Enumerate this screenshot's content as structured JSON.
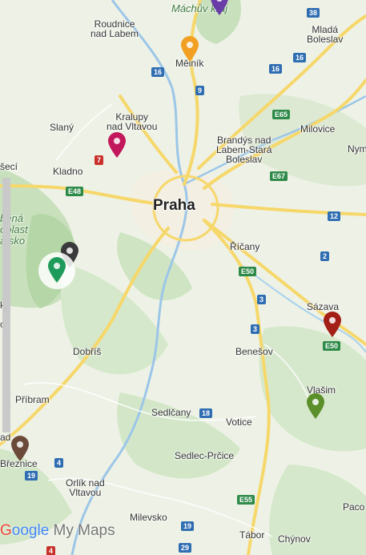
{
  "map": {
    "places": [
      {
        "id": "roudnice",
        "text": "Roudnice\nnad Labem"
      },
      {
        "id": "melnik",
        "text": "Mělník"
      },
      {
        "id": "mlada",
        "text": "Mladá\nBoleslav"
      },
      {
        "id": "kralupy",
        "text": "Kralupy\nnad Vltavou"
      },
      {
        "id": "slany",
        "text": "Slaný"
      },
      {
        "id": "brandys",
        "text": "Brandýs nad\nLabem-Stará\nBoleslav"
      },
      {
        "id": "milovice",
        "text": "Milovice"
      },
      {
        "id": "nym",
        "text": "Nym"
      },
      {
        "id": "saseci",
        "text": "šecí"
      },
      {
        "id": "kladno",
        "text": "Kladno"
      },
      {
        "id": "praha",
        "text": "Praha"
      },
      {
        "id": "ricany",
        "text": "Říčany"
      },
      {
        "id": "sazava",
        "text": "Sázava"
      },
      {
        "id": "k",
        "text": "k"
      },
      {
        "id": "ce",
        "text": "ce"
      },
      {
        "id": "dobris",
        "text": "Dobříš"
      },
      {
        "id": "benesov",
        "text": "Benešov"
      },
      {
        "id": "pribram",
        "text": "Příbram"
      },
      {
        "id": "vlasim",
        "text": "Vlašim"
      },
      {
        "id": "sedlcany",
        "text": "Sedlčany"
      },
      {
        "id": "votice",
        "text": "Votice"
      },
      {
        "id": "sedlec",
        "text": "Sedlec-Prčice"
      },
      {
        "id": "brezn",
        "text": "Březnice"
      },
      {
        "id": "ad",
        "text": "ad"
      },
      {
        "id": "orlik",
        "text": "Orlík nad\nVltavou"
      },
      {
        "id": "paco",
        "text": "Paco"
      },
      {
        "id": "milevsko",
        "text": "Milevsko"
      },
      {
        "id": "tabor",
        "text": "Tábor"
      },
      {
        "id": "chynov",
        "text": "Chýnov"
      }
    ],
    "parks": [
      {
        "id": "machuv",
        "text": "Máchův kraj"
      },
      {
        "id": "krivoklat",
        "text": "běná\noblast\nátsko"
      }
    ],
    "road_shields": [
      {
        "id": "r38",
        "text": "38",
        "kind": "blue"
      },
      {
        "id": "r16a",
        "text": "16",
        "kind": "blue"
      },
      {
        "id": "r16b",
        "text": "16",
        "kind": "blue"
      },
      {
        "id": "r16c",
        "text": "16",
        "kind": "blue"
      },
      {
        "id": "r9",
        "text": "9",
        "kind": "blue"
      },
      {
        "id": "e65",
        "text": "E65",
        "kind": "green"
      },
      {
        "id": "r7",
        "text": "7",
        "kind": "red"
      },
      {
        "id": "e67",
        "text": "E67",
        "kind": "green"
      },
      {
        "id": "e48",
        "text": "E48",
        "kind": "green"
      },
      {
        "id": "r12",
        "text": "12",
        "kind": "blue"
      },
      {
        "id": "r2",
        "text": "2",
        "kind": "blue"
      },
      {
        "id": "e50a",
        "text": "E50",
        "kind": "green"
      },
      {
        "id": "r3a",
        "text": "3",
        "kind": "blue"
      },
      {
        "id": "r3b",
        "text": "3",
        "kind": "blue"
      },
      {
        "id": "e50b",
        "text": "E50",
        "kind": "green"
      },
      {
        "id": "r18",
        "text": "18",
        "kind": "blue"
      },
      {
        "id": "r4",
        "text": "4",
        "kind": "blue"
      },
      {
        "id": "r19a",
        "text": "19",
        "kind": "blue"
      },
      {
        "id": "e55",
        "text": "E55",
        "kind": "green"
      },
      {
        "id": "r19b",
        "text": "19",
        "kind": "blue"
      },
      {
        "id": "r29",
        "text": "29",
        "kind": "blue"
      },
      {
        "id": "r4b",
        "text": "4",
        "kind": "red"
      }
    ],
    "markers": [
      {
        "id": "purple",
        "color": "#6a3ca8",
        "icon": "map-pin-icon"
      },
      {
        "id": "orange",
        "color": "#f2a023",
        "icon": "map-pin-icon"
      },
      {
        "id": "crimson",
        "color": "#c2185b",
        "icon": "map-pin-icon"
      },
      {
        "id": "black",
        "color": "#3a3a3a",
        "icon": "map-pin-icon"
      },
      {
        "id": "green-selected",
        "color": "#1e9b5a",
        "icon": "map-pin-icon"
      },
      {
        "id": "dark-red",
        "color": "#a31f17",
        "icon": "map-pin-icon"
      },
      {
        "id": "olive",
        "color": "#5a8f2a",
        "icon": "map-pin-icon"
      },
      {
        "id": "brown",
        "color": "#6b4a3a",
        "icon": "map-pin-icon"
      }
    ],
    "branding": {
      "google_g": "G",
      "google_rest": "oogle",
      "product": " My Maps"
    }
  }
}
